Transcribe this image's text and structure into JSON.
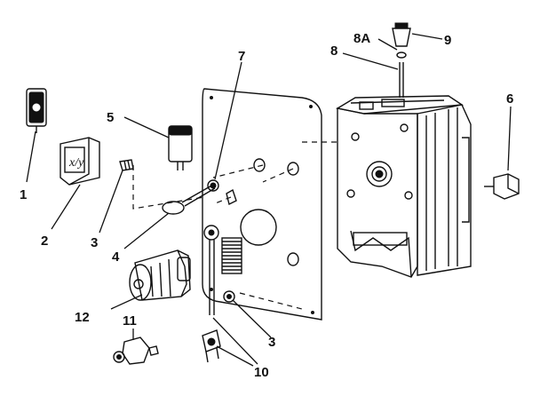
{
  "callouts": [
    {
      "id": "1",
      "text": "1"
    },
    {
      "id": "2",
      "text": "2"
    },
    {
      "id": "3a",
      "text": "3"
    },
    {
      "id": "3b",
      "text": "3"
    },
    {
      "id": "4",
      "text": "4"
    },
    {
      "id": "5",
      "text": "5"
    },
    {
      "id": "6",
      "text": "6"
    },
    {
      "id": "7",
      "text": "7"
    },
    {
      "id": "8",
      "text": "8"
    },
    {
      "id": "8a",
      "text": "8A"
    },
    {
      "id": "9",
      "text": "9"
    },
    {
      "id": "10",
      "text": "10"
    },
    {
      "id": "11",
      "text": "11"
    },
    {
      "id": "12",
      "text": "12"
    }
  ],
  "colors": {
    "ink": "#111111",
    "paper": "#ffffff"
  }
}
